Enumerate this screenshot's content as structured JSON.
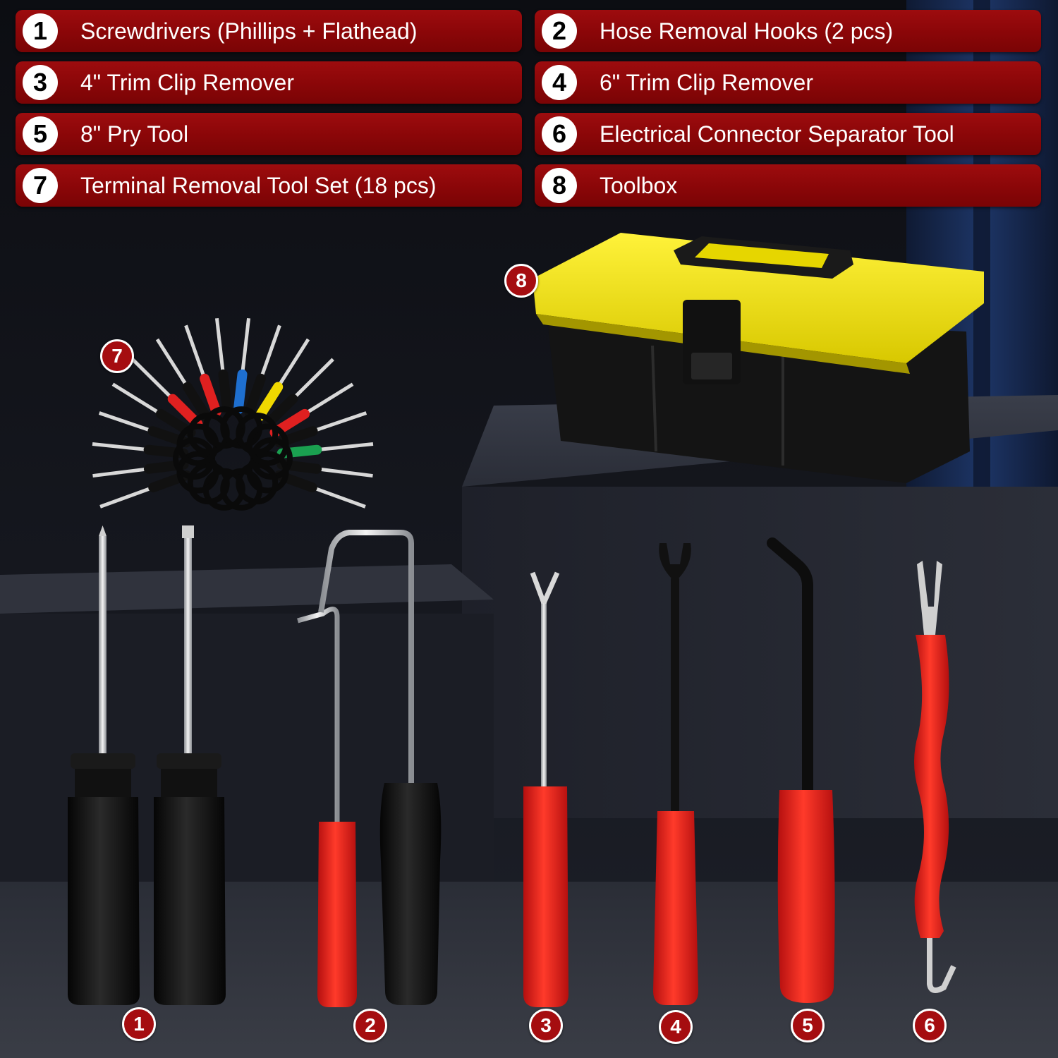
{
  "legend": [
    {
      "num": "1",
      "label": "Screwdrivers (Phillips + Flathead)"
    },
    {
      "num": "2",
      "label": "Hose Removal Hooks (2 pcs)"
    },
    {
      "num": "3",
      "label": "4\" Trim Clip Remover"
    },
    {
      "num": "4",
      "label": "6\" Trim Clip Remover"
    },
    {
      "num": "5",
      "label": "8\" Pry Tool"
    },
    {
      "num": "6",
      "label": "Electrical Connector Separator Tool"
    },
    {
      "num": "7",
      "label": "Terminal Removal Tool Set (18 pcs)"
    },
    {
      "num": "8",
      "label": "Toolbox"
    }
  ],
  "badges": {
    "b1": "1",
    "b2": "2",
    "b3": "3",
    "b4": "4",
    "b5": "5",
    "b6": "6",
    "b7": "7",
    "b8": "8"
  },
  "colors": {
    "banner_red": "#8a0608",
    "toolbox_yellow": "#f2e000",
    "handle_red": "#e01818",
    "background_dark": "#14161c"
  }
}
